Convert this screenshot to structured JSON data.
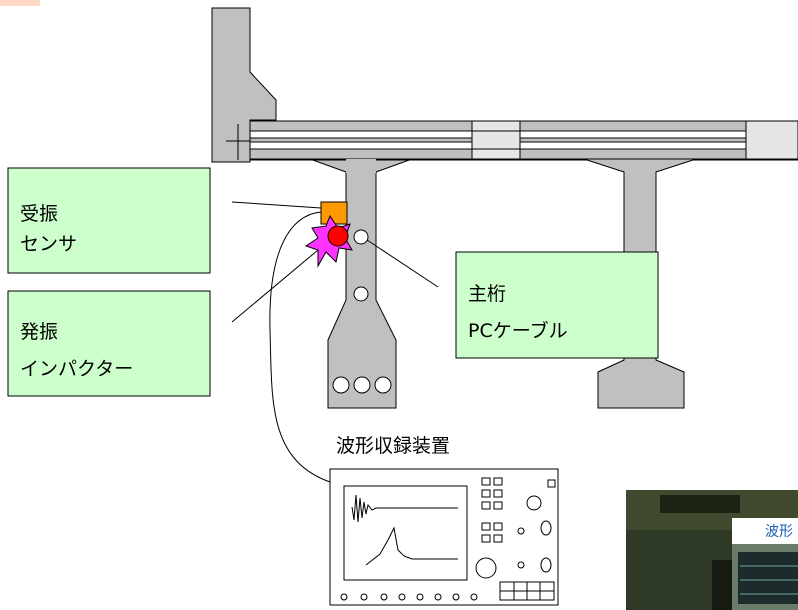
{
  "labels": {
    "receiver_line1": "受振",
    "receiver_line2": "センサ",
    "impactor_line1": "発振",
    "impactor_line2": "インパクター",
    "girder_line1": "主桁",
    "girder_line2": "PCケーブル",
    "recorder_title": "波形収録装置",
    "photo_caption": "波形"
  },
  "colors": {
    "concrete": "#c0c0c0",
    "label_box": "#ccffcc",
    "sensor": "#ff9900",
    "impactor_burst": "#ff33ff",
    "impactor_core": "#ff0000"
  }
}
